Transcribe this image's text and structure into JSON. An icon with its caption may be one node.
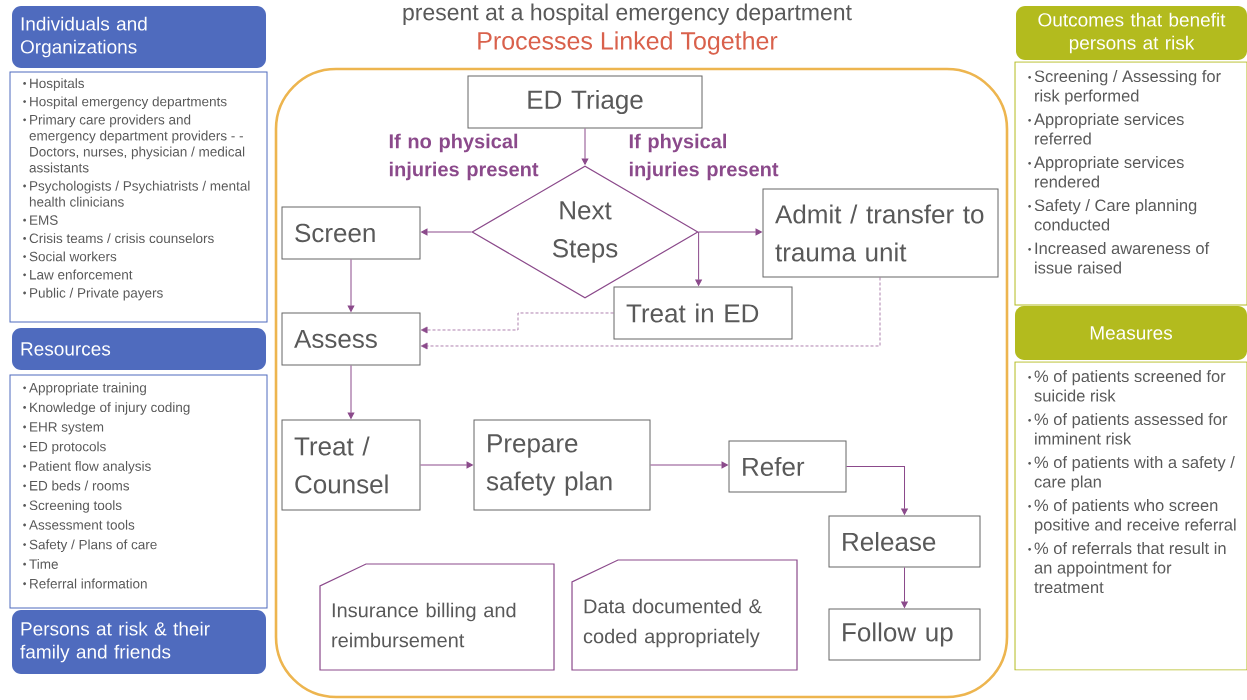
{
  "diagram": {
    "title": "present at a hospital emergency department",
    "nodes": [
      {
        "text": [
          "Processes Linked Together"
        ]
      },
      {
        "text": [
          "ED Triage"
        ],
        "in": 0
      },
      {
        "text": [
          "Next Steps"
        ],
        "in": 0
      },
      {
        "text": [
          "Screen"
        ],
        "in": 0
      },
      {
        "text": [
          "Admit / transfer to trauma unit"
        ],
        "in": 0
      },
      {
        "text": [
          "Treat in ED"
        ],
        "in": 0
      },
      {
        "text": [
          "Assess"
        ],
        "in": 0
      },
      {
        "text": [
          "Treat / Counsel"
        ],
        "in": 0
      },
      {
        "text": [
          "Prepare safety plan"
        ],
        "in": 0
      },
      {
        "text": [
          "Refer"
        ],
        "in": 0
      },
      {
        "text": [
          "Release"
        ],
        "in": 0
      },
      {
        "text": [
          "Follow up"
        ],
        "in": 0
      },
      {
        "text": [
          "Insurance billing and reimbursement"
        ],
        "in": 0
      },
      {
        "text": [
          "Data documented & coded appropriately"
        ],
        "in": 0
      },
      {
        "text": [
          "Individuals and Organizations"
        ]
      },
      {
        "text": [
          "Hospitals",
          "Hospital emergency departments",
          "Primary care providers and emergency department providers - - Doctors, nurses, physician / medical assistants",
          "Psychologists / Psychiatrists / mental health clinicians",
          "EMS",
          "Crisis teams / crisis counselors",
          "Social workers",
          "Law enforcement",
          "Public / Private payers"
        ]
      },
      {
        "text": [
          "Resources"
        ]
      },
      {
        "text": [
          "Appropriate training",
          "Knowledge of injury coding",
          "EHR system",
          "ED protocols",
          "Patient flow analysis",
          "ED beds / rooms",
          "Screening tools",
          "Assessment tools",
          "Safety / Plans of care",
          "Time",
          "Referral information"
        ]
      },
      {
        "text": [
          "Persons at risk & their family and friends"
        ]
      },
      {
        "text": [
          "Outcomes that benefit persons at risk"
        ]
      },
      {
        "text": [
          "Screening / Assessing for risk performed",
          "Appropriate services referred",
          "Appropriate services rendered",
          "Safety / Care planning conducted",
          "Increased awareness of issue raised"
        ]
      },
      {
        "text": [
          "Measures"
        ]
      },
      {
        "text": [
          "% of patients screened for suicide risk",
          "% of patients assessed for imminent risk",
          "% of patients with a safety / care plan",
          "% of patients who screen positive and receive referral",
          "% of referrals that result in an appointment for treatment"
        ]
      }
    ],
    "edges": [
      {
        "from": 1,
        "to": 2,
        "arrow": "to"
      },
      {
        "from": 2,
        "to": 3,
        "arrow": "to",
        "label": "If no physical injuries present"
      },
      {
        "from": 2,
        "to": 4,
        "arrow": "to",
        "label": "If physical injuries present"
      },
      {
        "from": 2,
        "to": 5,
        "arrow": "to"
      },
      {
        "from": 3,
        "to": 6,
        "arrow": "to"
      },
      {
        "from": 5,
        "to": 6,
        "arrow": "to",
        "style": "dashed"
      },
      {
        "from": 4,
        "to": 6,
        "arrow": "to",
        "style": "dashed"
      },
      {
        "from": 6,
        "to": 7,
        "arrow": "to"
      },
      {
        "from": 7,
        "to": 8,
        "arrow": "to"
      },
      {
        "from": 8,
        "to": 9,
        "arrow": "to"
      },
      {
        "from": 9,
        "to": 10,
        "arrow": "to"
      },
      {
        "from": 10,
        "to": 11,
        "arrow": "to"
      }
    ]
  }
}
